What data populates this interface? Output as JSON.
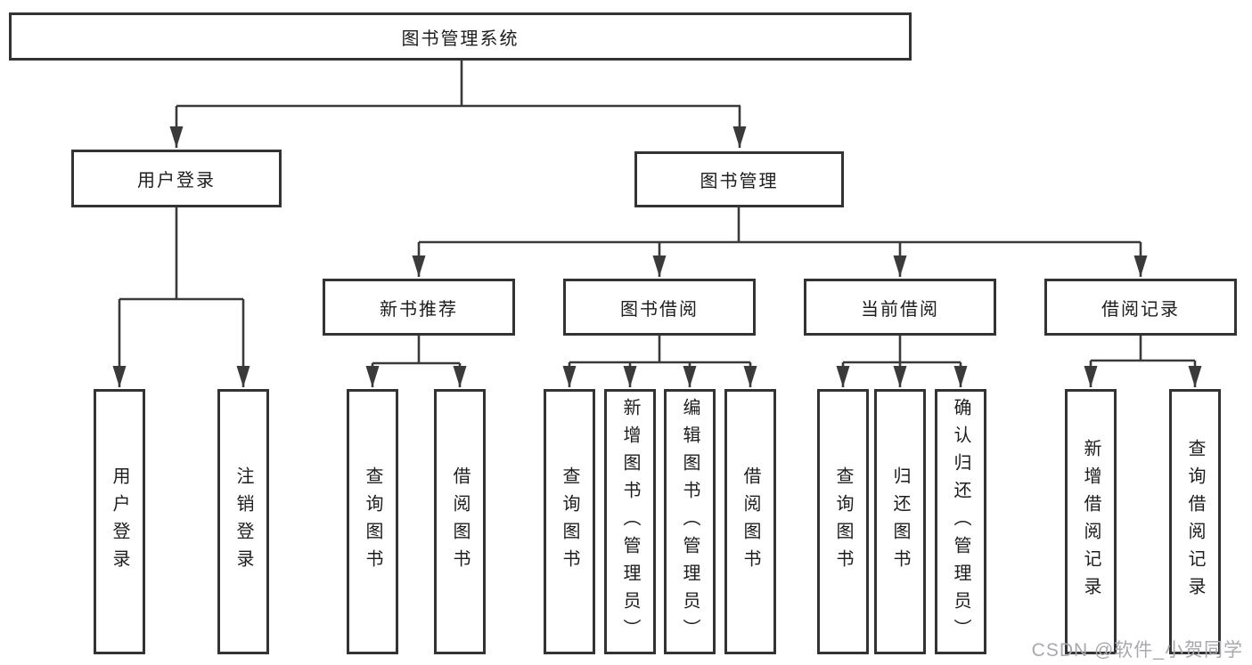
{
  "tree": {
    "root": "图书管理系统",
    "children": [
      {
        "label": "用户登录",
        "children": [
          "用户登录",
          "注销登录"
        ]
      },
      {
        "label": "图书管理",
        "children": [
          {
            "label": "新书推荐",
            "children": [
              "查询图书",
              "借阅图书"
            ]
          },
          {
            "label": "图书借阅",
            "children": [
              "查询图书",
              "新增图书（管理员）",
              "编辑图书（管理员）",
              "借阅图书"
            ]
          },
          {
            "label": "当前借阅",
            "children": [
              "查询图书",
              "归还图书",
              "确认归还（管理员）"
            ]
          },
          {
            "label": "借阅记录",
            "children": [
              "新增借阅记录",
              "查询借阅记录"
            ]
          }
        ]
      }
    ]
  },
  "watermark": {
    "text": "CSDN @软件_小贺同学"
  },
  "colors": {
    "line": "#3a3a3a",
    "box_border": "#333333",
    "text": "#1d1d1f",
    "watermark": "#a8a8ae",
    "background": "#ffffff"
  }
}
